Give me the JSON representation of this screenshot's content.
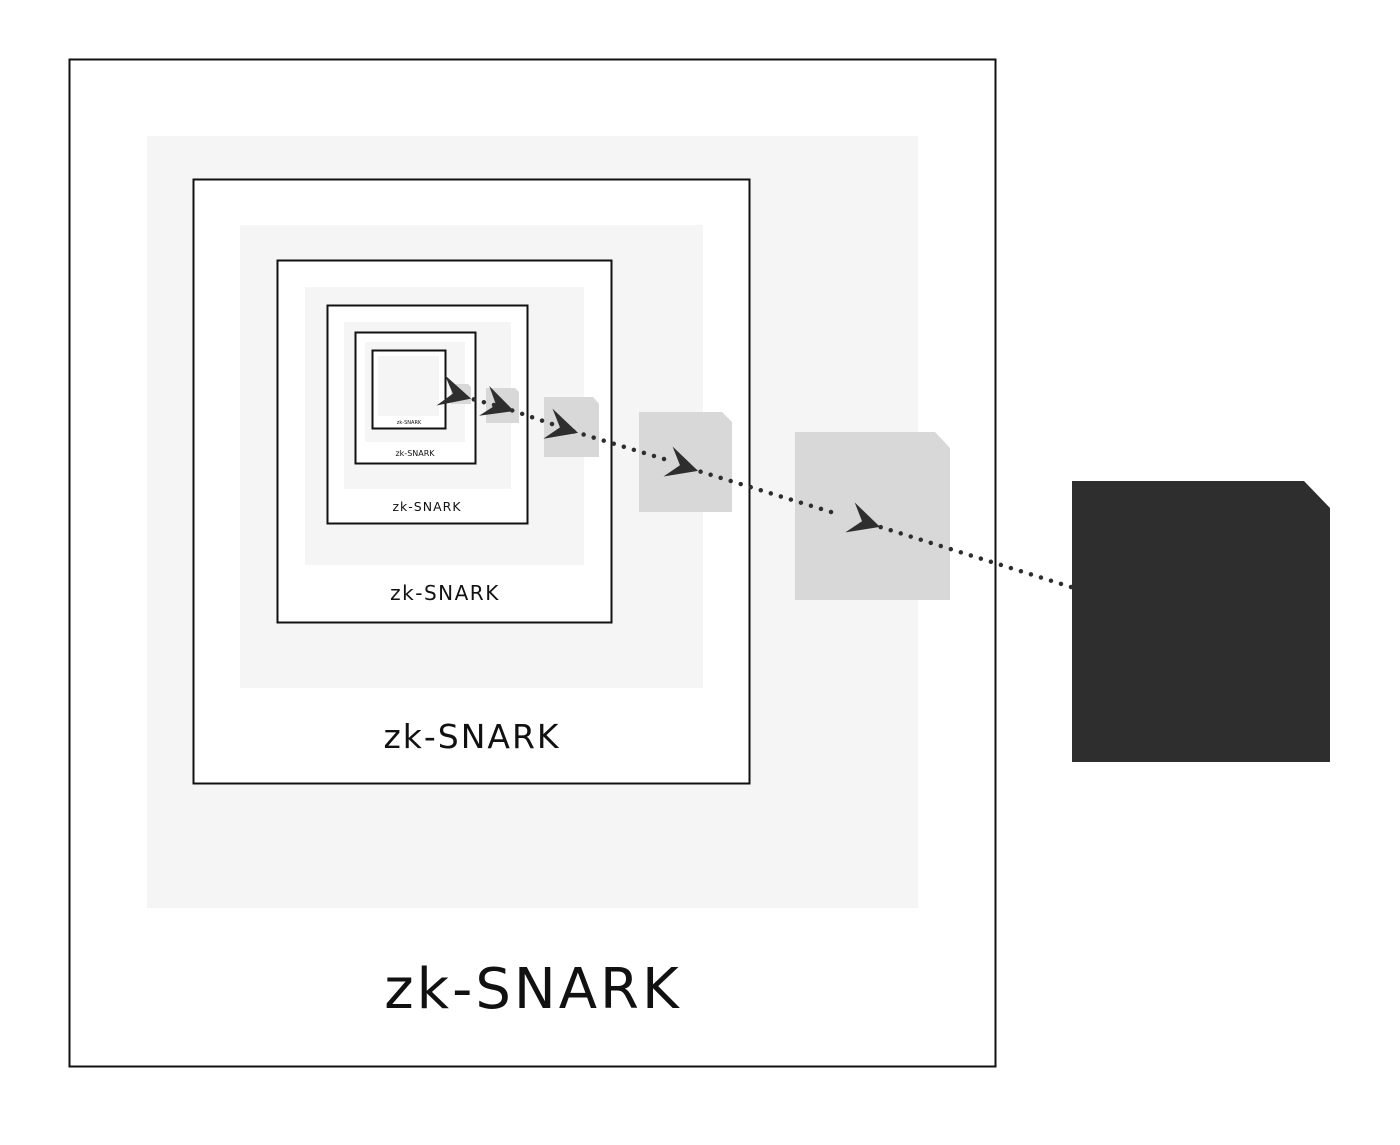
{
  "labels": [
    "zk-SNARK",
    "zk-SNARK",
    "zk-SNARK",
    "zk-SNARK",
    "zk-SNARK",
    "zk-SNARK"
  ],
  "colors": {
    "frame": "#111111",
    "band": "#f5f5f5",
    "proof": "#d8d8d8",
    "input": "#2e2e2e",
    "dots": "#2e2e2e"
  }
}
